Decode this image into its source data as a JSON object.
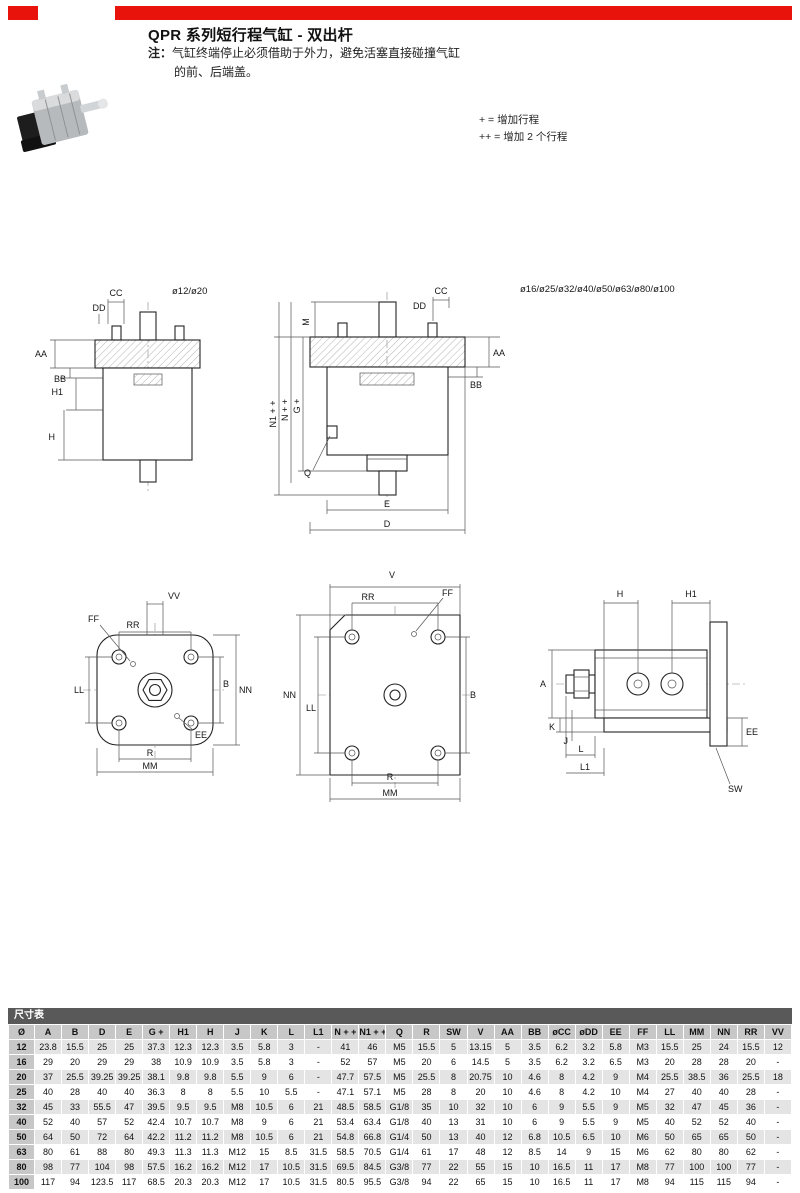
{
  "page": {
    "title": "QPR 系列短行程气缸 - 双出杆",
    "note_label": "注：",
    "note_text": "气缸终端停止必须借助于外力，避免活塞直接碰撞气缸的前、后端盖。",
    "legend_line1": "+ = 增加行程",
    "legend_line2": "++ = 增加 2 个行程",
    "accent_color": "#e8140c"
  },
  "diagrams": {
    "d1": {
      "caption": "ø12/ø20",
      "cc": "CC",
      "dd": "DD",
      "aa": "AA",
      "bb": "BB",
      "h1": "H1",
      "h": "H"
    },
    "d2": {
      "caption": "ø16/ø25/ø32/ø40/ø50/ø63/ø80/ø100",
      "cc": "CC",
      "dd": "DD",
      "m": "M",
      "n1": "N1 + +",
      "n": "N + +",
      "g": "G +",
      "q": "Q",
      "e": "E",
      "d": "D",
      "bb": "BB",
      "aa": "AA"
    },
    "d3": {
      "vv": "VV",
      "ff": "FF",
      "rr": "RR",
      "ll": "LL",
      "b": "B",
      "nn": "NN",
      "r": "R",
      "ee": "EE",
      "mm": "MM"
    },
    "d4": {
      "v": "V",
      "rr": "RR",
      "ff": "FF",
      "nn": "NN",
      "ll": "LL",
      "b": "B",
      "r": "R",
      "mm": "MM"
    },
    "d5": {
      "h": "H",
      "h1": "H1",
      "a": "A",
      "k": "K",
      "j": "J",
      "l": "L",
      "l1": "L1",
      "ee": "EE",
      "sw": "SW"
    }
  },
  "table": {
    "caption": "尺寸表",
    "headers": [
      "Ø",
      "A",
      "B",
      "D",
      "E",
      "G +",
      "H1",
      "H",
      "J",
      "K",
      "L",
      "L1",
      "N + +",
      "N1 + +",
      "Q",
      "R",
      "SW",
      "V",
      "AA",
      "BB",
      "øCC",
      "øDD",
      "EE",
      "FF",
      "LL",
      "MM",
      "NN",
      "RR",
      "VV"
    ],
    "rows": [
      [
        "12",
        "23.8",
        "15.5",
        "25",
        "25",
        "37.3",
        "12.3",
        "12.3",
        "3.5",
        "5.8",
        "3",
        "-",
        "41",
        "46",
        "M5",
        "15.5",
        "5",
        "13.15",
        "5",
        "3.5",
        "6.2",
        "3.2",
        "5.8",
        "M3",
        "15.5",
        "25",
        "24",
        "15.5",
        "12"
      ],
      [
        "16",
        "29",
        "20",
        "29",
        "29",
        "38",
        "10.9",
        "10.9",
        "3.5",
        "5.8",
        "3",
        "-",
        "52",
        "57",
        "M5",
        "20",
        "6",
        "14.5",
        "5",
        "3.5",
        "6.2",
        "3.2",
        "6.5",
        "M3",
        "20",
        "28",
        "28",
        "20",
        "-"
      ],
      [
        "20",
        "37",
        "25.5",
        "39.25",
        "39.25",
        "38.1",
        "9.8",
        "9.8",
        "5.5",
        "9",
        "6",
        "-",
        "47.7",
        "57.5",
        "M5",
        "25.5",
        "8",
        "20.75",
        "10",
        "4.6",
        "8",
        "4.2",
        "9",
        "M4",
        "25.5",
        "38.5",
        "36",
        "25.5",
        "18"
      ],
      [
        "25",
        "40",
        "28",
        "40",
        "40",
        "36.3",
        "8",
        "8",
        "5.5",
        "10",
        "5.5",
        "-",
        "47.1",
        "57.1",
        "M5",
        "28",
        "8",
        "20",
        "10",
        "4.6",
        "8",
        "4.2",
        "10",
        "M4",
        "27",
        "40",
        "40",
        "28",
        "-"
      ],
      [
        "32",
        "45",
        "33",
        "55.5",
        "47",
        "39.5",
        "9.5",
        "9.5",
        "M8",
        "10.5",
        "6",
        "21",
        "48.5",
        "58.5",
        "G1/8",
        "35",
        "10",
        "32",
        "10",
        "6",
        "9",
        "5.5",
        "9",
        "M5",
        "32",
        "47",
        "45",
        "36",
        "-"
      ],
      [
        "40",
        "52",
        "40",
        "57",
        "52",
        "42.4",
        "10.7",
        "10.7",
        "M8",
        "9",
        "6",
        "21",
        "53.4",
        "63.4",
        "G1/8",
        "40",
        "13",
        "31",
        "10",
        "6",
        "9",
        "5.5",
        "9",
        "M5",
        "40",
        "52",
        "52",
        "40",
        "-"
      ],
      [
        "50",
        "64",
        "50",
        "72",
        "64",
        "42.2",
        "11.2",
        "11.2",
        "M8",
        "10.5",
        "6",
        "21",
        "54.8",
        "66.8",
        "G1/4",
        "50",
        "13",
        "40",
        "12",
        "6.8",
        "10.5",
        "6.5",
        "10",
        "M6",
        "50",
        "65",
        "65",
        "50",
        "-"
      ],
      [
        "63",
        "80",
        "61",
        "88",
        "80",
        "49.3",
        "11.3",
        "11.3",
        "M12",
        "15",
        "8.5",
        "31.5",
        "58.5",
        "70.5",
        "G1/4",
        "61",
        "17",
        "48",
        "12",
        "8.5",
        "14",
        "9",
        "15",
        "M6",
        "62",
        "80",
        "80",
        "62",
        "-"
      ],
      [
        "80",
        "98",
        "77",
        "104",
        "98",
        "57.5",
        "16.2",
        "16.2",
        "M12",
        "17",
        "10.5",
        "31.5",
        "69.5",
        "84.5",
        "G3/8",
        "77",
        "22",
        "55",
        "15",
        "10",
        "16.5",
        "11",
        "17",
        "M8",
        "77",
        "100",
        "100",
        "77",
        "-"
      ],
      [
        "100",
        "117",
        "94",
        "123.5",
        "117",
        "68.5",
        "20.3",
        "20.3",
        "M12",
        "17",
        "10.5",
        "31.5",
        "80.5",
        "95.5",
        "G3/8",
        "94",
        "22",
        "65",
        "15",
        "10",
        "16.5",
        "11",
        "17",
        "M8",
        "94",
        "115",
        "115",
        "94",
        "-"
      ]
    ]
  }
}
